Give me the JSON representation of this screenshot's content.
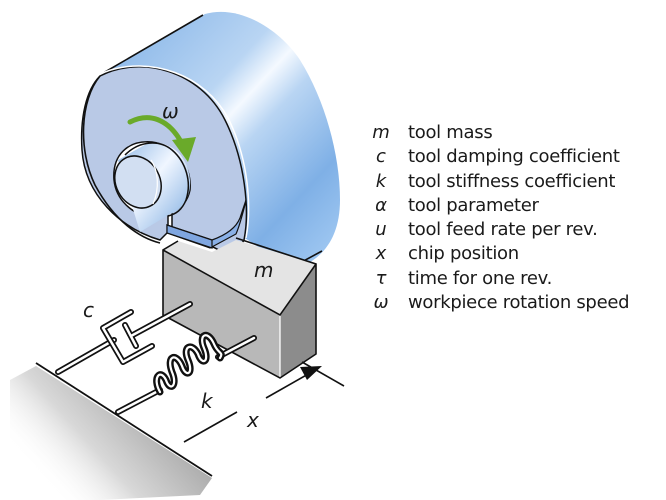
{
  "diagram": {
    "title": "Machine tool chatter model",
    "labels": {
      "omega": "ω",
      "mass": "m",
      "damper": "c",
      "spring": "k",
      "position": "x"
    },
    "colors": {
      "workpiece_face": "#b8c9e6",
      "workpiece_rim": "#8ab8ea",
      "rotation_arrow": "#6aaa2a",
      "tool_top": "#e4e4e4",
      "tool_front": "#b8b8b8",
      "tool_side": "#8c8c8c",
      "outline": "#111111"
    }
  },
  "legend": [
    {
      "symbol": "m",
      "description": "tool mass"
    },
    {
      "symbol": "c",
      "description": "tool damping coefficient"
    },
    {
      "symbol": "k",
      "description": "tool stiffness coefficient"
    },
    {
      "symbol": "α",
      "description": "tool parameter"
    },
    {
      "symbol": "u",
      "description": "tool feed rate per rev."
    },
    {
      "symbol": "x",
      "description": "chip position"
    },
    {
      "symbol": "τ",
      "description": "time for one rev."
    },
    {
      "symbol": "ω",
      "description": "workpiece rotation speed"
    }
  ]
}
